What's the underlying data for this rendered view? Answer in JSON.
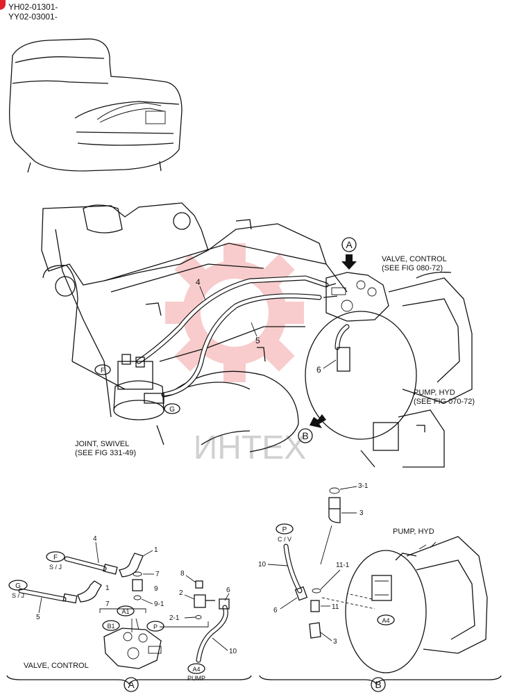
{
  "header": {
    "serial_line_1": "YH02-01301-",
    "serial_line_2": "YY02-03001-"
  },
  "watermark": {
    "text": "ИНТЕХ",
    "gear_color": "#f3a3a3",
    "text_color": "#bdbdbd"
  },
  "main_view": {
    "callout_a": "A",
    "callout_b": "B",
    "valve_control_label": "VALVE, CONTROL",
    "valve_control_ref": "(SEE FIG 080-72)",
    "pump_hyd_label": "PUMP, HYD",
    "pump_hyd_ref": "(SEE FIG 070-72)",
    "joint_swivel_label": "JOINT, SWIVEL",
    "joint_swivel_ref": "(SEE FIG 331-49)",
    "port_f": "F",
    "port_g": "G",
    "part_4": "4",
    "part_5": "5",
    "part_6": "6"
  },
  "detail_a": {
    "view_label": "A",
    "title": "VALVE, CONTROL",
    "tag_f_port": "F",
    "tag_f_dest": "S / J",
    "tag_g_port": "G",
    "tag_g_dest": "S / J",
    "port_a1": "A1",
    "port_b1": "B1",
    "port_p": "P",
    "port_a4": "A4",
    "port_a4_dest": "PUMP",
    "parts": {
      "p1a": "1",
      "p1b": "1",
      "p4": "4",
      "p5": "5",
      "p7a": "7",
      "p7b": "7",
      "p8": "8",
      "p9": "9",
      "p9_1": "9-1",
      "p2": "2",
      "p2_1": "2-1",
      "p6": "6",
      "p10": "10"
    }
  },
  "detail_b": {
    "view_label": "B",
    "title": "PUMP, HYD",
    "tag_p_port": "P",
    "tag_p_dest": "C / V",
    "port_a4": "A4",
    "parts": {
      "p3_1": "3-1",
      "p3a": "3",
      "p3b": "3",
      "p10": "10",
      "p11_1": "11-1",
      "p11": "11",
      "p6": "6"
    }
  }
}
